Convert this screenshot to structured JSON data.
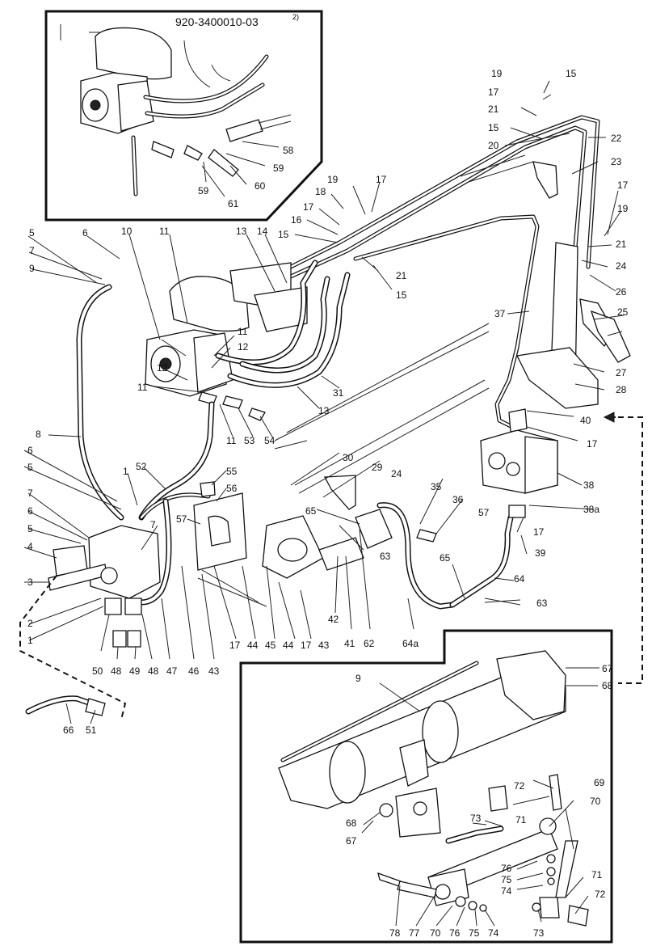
{
  "drawing_code": "920-3400010-03",
  "drawing_code_note": "2)",
  "callouts": [
    {
      "id": "c58",
      "text": "58"
    },
    {
      "id": "c59a",
      "text": "59"
    },
    {
      "id": "c59b",
      "text": "59"
    },
    {
      "id": "c61",
      "text": "61"
    },
    {
      "id": "c60",
      "text": "60"
    },
    {
      "id": "c19a",
      "text": "19"
    },
    {
      "id": "c15a",
      "text": "15"
    },
    {
      "id": "c17a",
      "text": "17"
    },
    {
      "id": "c21a",
      "text": "21"
    },
    {
      "id": "c15b",
      "text": "15"
    },
    {
      "id": "c22",
      "text": "22"
    },
    {
      "id": "c20",
      "text": "20"
    },
    {
      "id": "c23",
      "text": "23"
    },
    {
      "id": "c19b",
      "text": "19"
    },
    {
      "id": "c17b",
      "text": "17"
    },
    {
      "id": "c18",
      "text": "18"
    },
    {
      "id": "c17c",
      "text": "17"
    },
    {
      "id": "c16",
      "text": "16"
    },
    {
      "id": "c15c",
      "text": "15"
    },
    {
      "id": "c17d",
      "text": "17"
    },
    {
      "id": "c19c",
      "text": "19"
    },
    {
      "id": "c5a",
      "text": "5"
    },
    {
      "id": "c6a",
      "text": "6"
    },
    {
      "id": "c10",
      "text": "10"
    },
    {
      "id": "c11a",
      "text": "11"
    },
    {
      "id": "c13a",
      "text": "13"
    },
    {
      "id": "c14",
      "text": "14"
    },
    {
      "id": "c21b",
      "text": "21"
    },
    {
      "id": "c21c",
      "text": "21"
    },
    {
      "id": "c24a",
      "text": "24"
    },
    {
      "id": "c7a",
      "text": "7"
    },
    {
      "id": "c9a",
      "text": "9"
    },
    {
      "id": "c15d",
      "text": "15"
    },
    {
      "id": "c26",
      "text": "26"
    },
    {
      "id": "c37",
      "text": "37"
    },
    {
      "id": "c25",
      "text": "25"
    },
    {
      "id": "c11b",
      "text": "11"
    },
    {
      "id": "c12a",
      "text": "12"
    },
    {
      "id": "c12b",
      "text": "12"
    },
    {
      "id": "c27",
      "text": "27"
    },
    {
      "id": "c31",
      "text": "31"
    },
    {
      "id": "c28",
      "text": "28"
    },
    {
      "id": "c11c",
      "text": "11"
    },
    {
      "id": "c13b",
      "text": "13"
    },
    {
      "id": "c40",
      "text": "40"
    },
    {
      "id": "c8",
      "text": "8"
    },
    {
      "id": "c11d",
      "text": "11"
    },
    {
      "id": "c53",
      "text": "53"
    },
    {
      "id": "c54",
      "text": "54"
    },
    {
      "id": "c17e",
      "text": "17"
    },
    {
      "id": "c6b",
      "text": "6"
    },
    {
      "id": "c30",
      "text": "30"
    },
    {
      "id": "c5b",
      "text": "5"
    },
    {
      "id": "c1a",
      "text": "1"
    },
    {
      "id": "c52",
      "text": "52"
    },
    {
      "id": "c55",
      "text": "55"
    },
    {
      "id": "c29",
      "text": "29"
    },
    {
      "id": "c24b",
      "text": "24"
    },
    {
      "id": "c38",
      "text": "38"
    },
    {
      "id": "c56",
      "text": "56"
    },
    {
      "id": "c35",
      "text": "35"
    },
    {
      "id": "c7b",
      "text": "7"
    },
    {
      "id": "c36",
      "text": "36"
    },
    {
      "id": "c57a",
      "text": "57"
    },
    {
      "id": "c57b",
      "text": "57"
    },
    {
      "id": "c38a",
      "text": "38a"
    },
    {
      "id": "c6c",
      "text": "6"
    },
    {
      "id": "c65a",
      "text": "65"
    },
    {
      "id": "c7c",
      "text": "7"
    },
    {
      "id": "c5c",
      "text": "5"
    },
    {
      "id": "c17f",
      "text": "17"
    },
    {
      "id": "c63a",
      "text": "63"
    },
    {
      "id": "c4",
      "text": "4"
    },
    {
      "id": "c39",
      "text": "39"
    },
    {
      "id": "c65b",
      "text": "65"
    },
    {
      "id": "c3",
      "text": "3"
    },
    {
      "id": "c64",
      "text": "64"
    },
    {
      "id": "c63b",
      "text": "63"
    },
    {
      "id": "c2",
      "text": "2"
    },
    {
      "id": "c1b",
      "text": "1"
    },
    {
      "id": "c42",
      "text": "42"
    },
    {
      "id": "c41",
      "text": "41"
    },
    {
      "id": "c62",
      "text": "62"
    },
    {
      "id": "c64a",
      "text": "64a"
    },
    {
      "id": "c50",
      "text": "50"
    },
    {
      "id": "c48a",
      "text": "48"
    },
    {
      "id": "c49",
      "text": "49"
    },
    {
      "id": "c48b",
      "text": "48"
    },
    {
      "id": "c47",
      "text": "47"
    },
    {
      "id": "c46",
      "text": "46"
    },
    {
      "id": "c43a",
      "text": "43"
    },
    {
      "id": "c17g",
      "text": "17"
    },
    {
      "id": "c44a",
      "text": "44"
    },
    {
      "id": "c45",
      "text": "45"
    },
    {
      "id": "c44b",
      "text": "44"
    },
    {
      "id": "c17h",
      "text": "17"
    },
    {
      "id": "c43b",
      "text": "43"
    },
    {
      "id": "c67a",
      "text": "67"
    },
    {
      "id": "c68a",
      "text": "68"
    },
    {
      "id": "c66",
      "text": "66"
    },
    {
      "id": "c51",
      "text": "51"
    },
    {
      "id": "c9b",
      "text": "9"
    },
    {
      "id": "c72a",
      "text": "72"
    },
    {
      "id": "c69",
      "text": "69"
    },
    {
      "id": "c70a",
      "text": "70"
    },
    {
      "id": "c73a",
      "text": "73"
    },
    {
      "id": "c71a",
      "text": "71"
    },
    {
      "id": "c68b",
      "text": "68"
    },
    {
      "id": "c67b",
      "text": "67"
    },
    {
      "id": "c76a",
      "text": "76"
    },
    {
      "id": "c75a",
      "text": "75"
    },
    {
      "id": "c74a",
      "text": "74"
    },
    {
      "id": "c71b",
      "text": "71"
    },
    {
      "id": "c72b",
      "text": "72"
    },
    {
      "id": "c78",
      "text": "78"
    },
    {
      "id": "c77",
      "text": "77"
    },
    {
      "id": "c70b",
      "text": "70"
    },
    {
      "id": "c76b",
      "text": "76"
    },
    {
      "id": "c75b",
      "text": "75"
    },
    {
      "id": "c74b",
      "text": "74"
    },
    {
      "id": "c73b",
      "text": "73"
    }
  ]
}
